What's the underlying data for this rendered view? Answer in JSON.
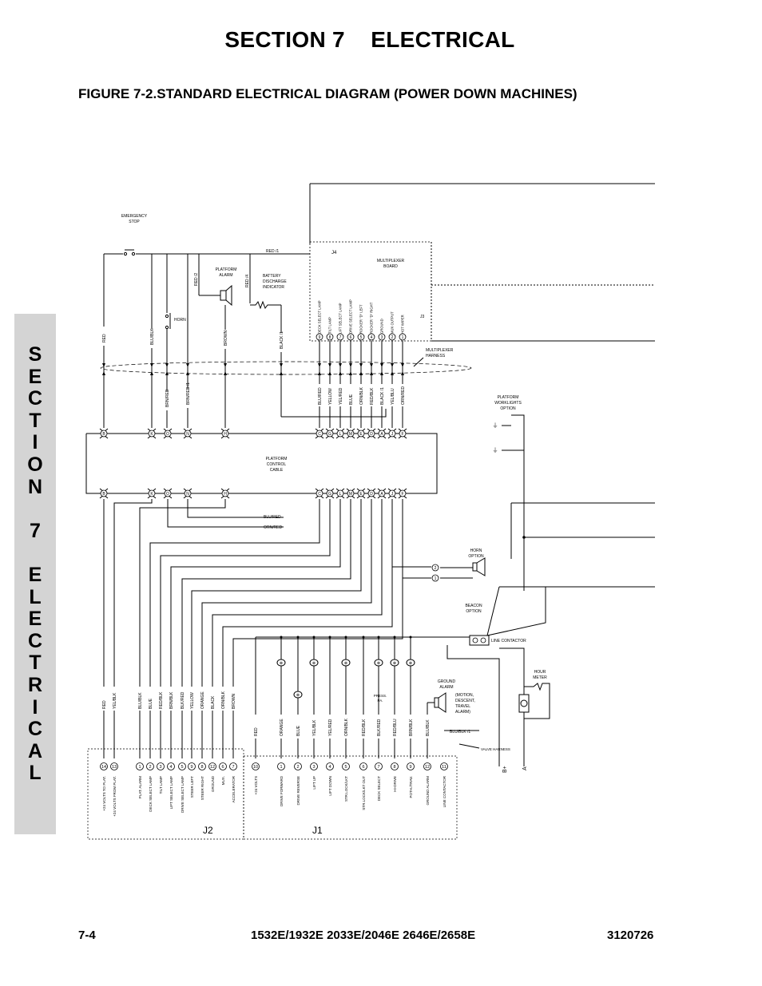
{
  "header": {
    "section_title": "SECTION 7    ELECTRICAL",
    "figure_title": "FIGURE 7-2.STANDARD ELECTRICAL DIAGRAM (POWER DOWN MACHINES)"
  },
  "side_tab": {
    "letters": [
      "S",
      "E",
      "C",
      "T",
      "I",
      "O",
      "N",
      "",
      "7",
      "",
      "E",
      "L",
      "E",
      "C",
      "T",
      "R",
      "I",
      "C",
      "A",
      "L"
    ]
  },
  "footer": {
    "page_number": "7-4",
    "models": "1532E/1932E 2033E/2046E 2646E/2658E",
    "doc_number": "3120726"
  },
  "diagram": {
    "labels": {
      "emergency_stop": [
        "EMERGENCY",
        "STOP"
      ],
      "platform_alarm": [
        "PLATFORM",
        "ALARM"
      ],
      "battery_discharge": [
        "BATTERY",
        "DISCHARGE",
        "INDICATOR"
      ],
      "horn": "HORN",
      "j4": "J4",
      "multiplexer_board": [
        "MULTIPLEXER",
        "BOARD"
      ],
      "j3": "J3",
      "multiplexer_harness": [
        "MULTIPLEXER",
        "HARNESS"
      ],
      "platform_worklights": [
        "PLATFORM",
        "WORKLIGHTS",
        "OPTION"
      ],
      "platform_control_cable": [
        "PLATFORM",
        "CONTROL",
        "CABLE"
      ],
      "horn_option": [
        "HORN",
        "OPTION"
      ],
      "beacon_option": [
        "BEACON",
        "OPTION"
      ],
      "line_contactor": "LINE CONTACTOR",
      "hour_meter": [
        "HOUR",
        "METER"
      ],
      "ground_alarm": [
        "GROUND",
        "ALARM"
      ],
      "ground_alarm_note": [
        "(MOTION,",
        "DESCENT,",
        "TRAVEL",
        "ALARM)"
      ],
      "press_pa": [
        "PRESS.",
        "PA."
      ],
      "valve_harness": "VALVE HARNESS",
      "j2": "J2",
      "j1": "J1",
      "b_plus": "B+",
      "a": "A",
      "red1": "RED /1",
      "red2": "RED /2",
      "red4": "RED /4",
      "bluyel_blk1": "BLU/BLK /1",
      "blured_h": "BLU/RED",
      "orn_red_h": "ORN/RED"
    },
    "upper_wires": [
      "RED",
      "BLU/BLK",
      "BRN/RED",
      "BRN/RED /1",
      "BROWN",
      "BLACK /1"
    ],
    "j3_pins": [
      "9",
      "8",
      "7",
      "6",
      "5",
      "4",
      "3",
      "2",
      "1"
    ],
    "j3_pin_labels": [
      "DECK SELECT LAMP",
      "TILT LAMP",
      "LIFT SELECT LAMP",
      "DRIVE SELECT LAMP",
      "ROCKER \"D\" LEFT",
      "ROCKER \"D\" RIGHT",
      "GROUND",
      "MUX OUTPUT",
      "HOT WIPER"
    ],
    "mux_wires": [
      "BLU/RED",
      "YELLOW",
      "YEL/RED",
      "BLUE",
      "ORN/BLK",
      "RED/BLK",
      "BLACK /1",
      "YEL/BLU",
      "ORN/RED"
    ],
    "connector_left": [
      "B",
      "K",
      "O",
      "N",
      "H"
    ],
    "connector_right": [
      "C",
      "G",
      "L",
      "M",
      "E",
      "D",
      "A",
      "J",
      "F"
    ],
    "lower_wires_j2": [
      "RED",
      "YEL/BLK",
      "BLU/BLK",
      "BLUE",
      "RED/BLK",
      "BRN/BLK",
      "BLK/RED",
      "YELLOW",
      "ORANGE",
      "BLACK",
      "ORN/BLK",
      "BROWN"
    ],
    "lower_wires_j1": [
      "RED",
      "ORANGE",
      "BLUE",
      "YEL/BLK",
      "YEL/RED",
      "ORN/BLK",
      "RED/BLK",
      "BLK/RED",
      "RED/BLU",
      "BRN/BLK",
      "BLU/BLK"
    ],
    "j2_pins": [
      "14",
      "13",
      "1",
      "2",
      "3",
      "4",
      "5",
      "9",
      "8",
      "12",
      "6",
      "7"
    ],
    "j2_pin_labels": [
      "+24 VOLTS TO PLAT.",
      "+24 VOLTS FROM PLAT.",
      "PLAT. ALARM",
      "DECK SELECT LAMP",
      "TILT LAMP",
      "LIFT SELECT LAMP",
      "DRIVE SELECT LAMP",
      "STEER LEFT",
      "STEER RIGHT",
      "GROUND",
      "MUX.",
      "ACCELERATOR"
    ],
    "j1_pins": [
      "10",
      "1",
      "2",
      "3",
      "4",
      "5",
      "6",
      "7",
      "8",
      "9",
      "12",
      "11"
    ],
    "j1_pin_labels": [
      "+24 VOLTS",
      "DRIVE FORWARD",
      "DRIVE REVERSE",
      "LIFT UP",
      "LIFT DOWN",
      "STR.LOCK/LKT",
      "STR.LOCK/LKT OUT",
      "DECK SELECT",
      "HI-DRIVE",
      "POTH./TRAV.",
      "GROUND ALARM",
      "LINE CONTACTOR"
    ],
    "option_pins": [
      "2",
      "1"
    ]
  }
}
